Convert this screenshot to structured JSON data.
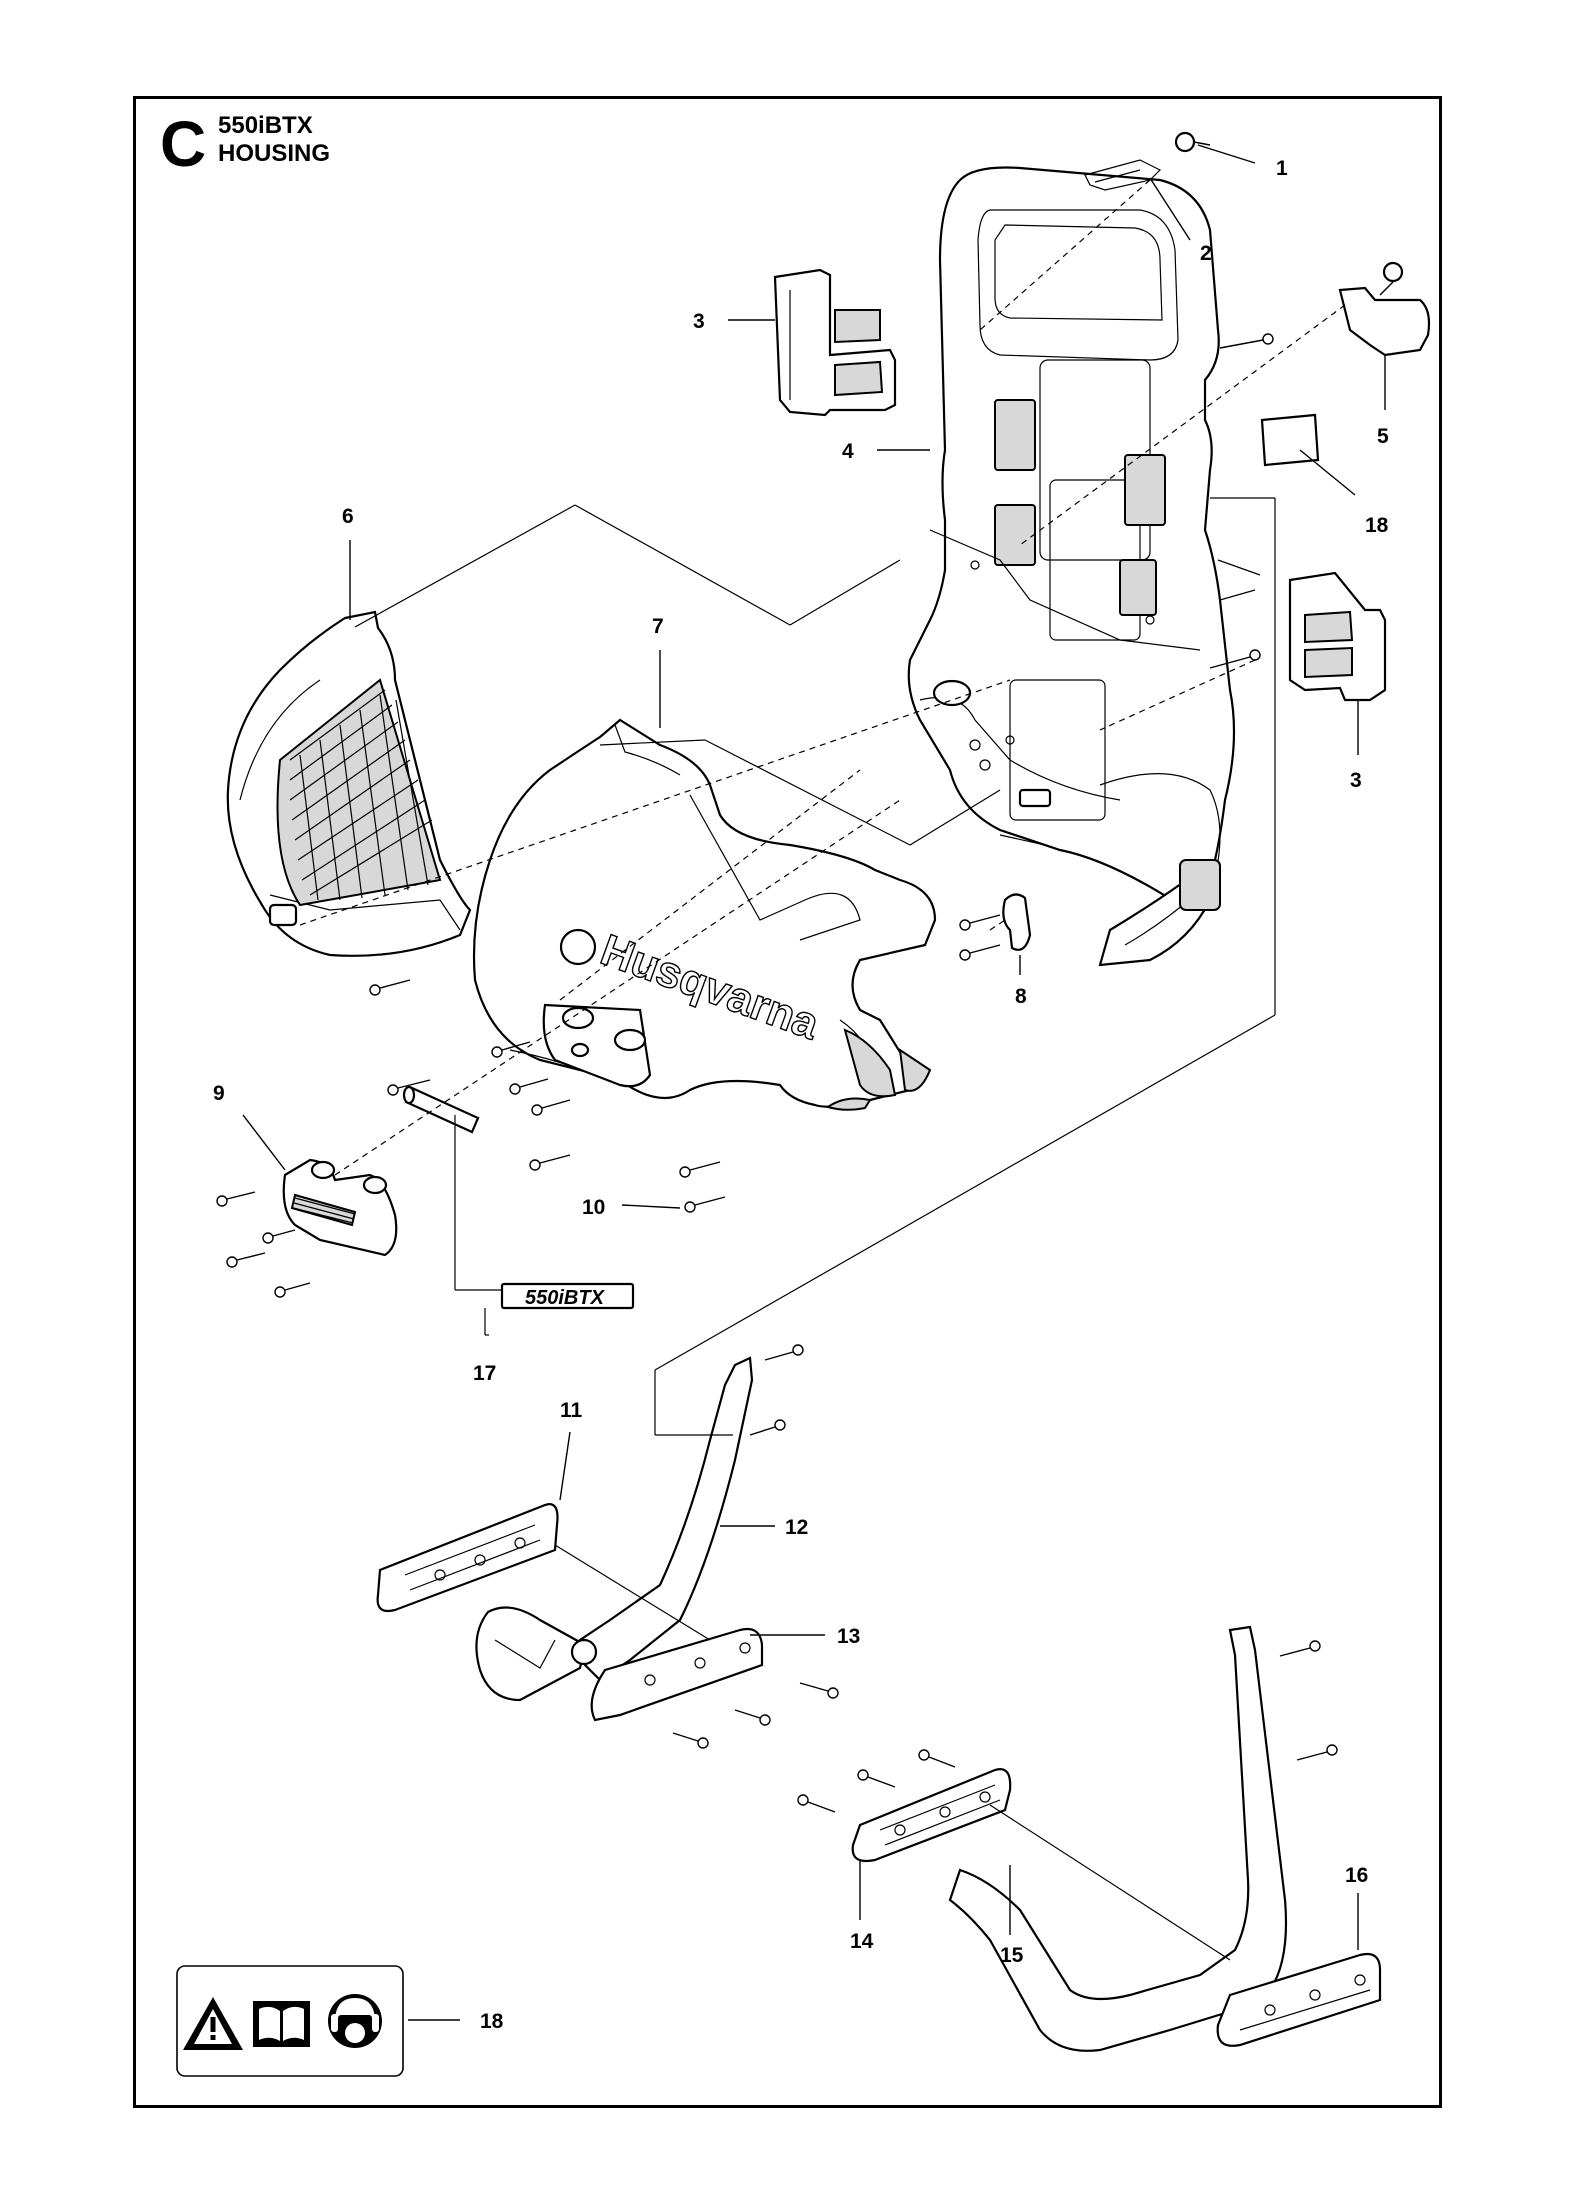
{
  "header": {
    "section_letter": "C",
    "model": "550iBTX",
    "title": "HOUSING"
  },
  "callouts": [
    "1",
    "2",
    "3",
    "3",
    "4",
    "5",
    "6",
    "7",
    "8",
    "9",
    "10",
    "11",
    "12",
    "13",
    "14",
    "15",
    "16",
    "17",
    "18",
    "18"
  ],
  "artwork_text": {
    "brand_logo": "Husqvarna",
    "decal": "550iBTX"
  },
  "icons": [
    "warning-triangle-icon",
    "read-manual-icon",
    "ear-eye-protection-icon"
  ]
}
